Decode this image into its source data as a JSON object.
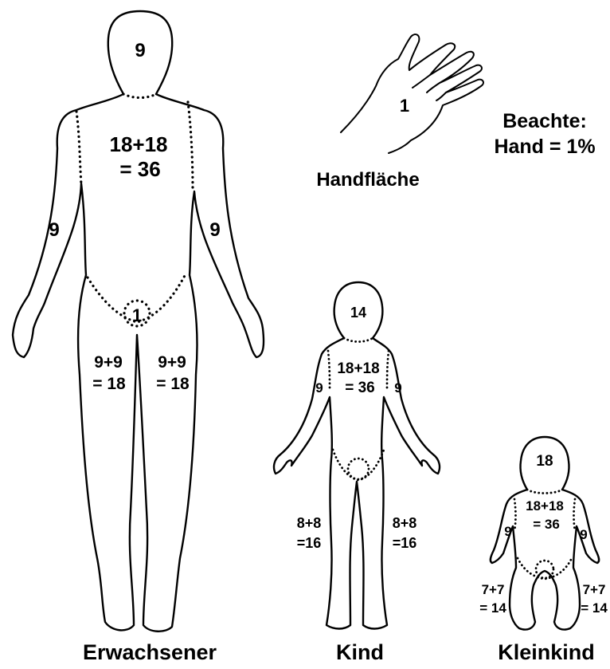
{
  "adult": {
    "head": "9",
    "trunk_line1": "18+18",
    "trunk_line2": "= 36",
    "arm_left": "9",
    "arm_right": "9",
    "genital": "1",
    "leg_left_line1": "9+9",
    "leg_left_line2": "= 18",
    "leg_right_line1": "9+9",
    "leg_right_line2": "= 18",
    "caption": "Erwachsener"
  },
  "child": {
    "head": "14",
    "trunk_line1": "18+18",
    "trunk_line2": "= 36",
    "arm_left": "9",
    "arm_right": "9",
    "leg_left_line1": "8+8",
    "leg_left_line2": "=16",
    "leg_right_line1": "8+8",
    "leg_right_line2": "=16",
    "caption": "Kind"
  },
  "infant": {
    "head": "18",
    "trunk_line1": "18+18",
    "trunk_line2": "= 36",
    "arm_left": "9",
    "arm_right": "9",
    "leg_left_line1": "7+7",
    "leg_left_line2": "= 14",
    "leg_right_line1": "7+7",
    "leg_right_line2": "= 14",
    "caption": "Kleinkind"
  },
  "hand": {
    "value": "1",
    "caption": "Handfläche"
  },
  "note": {
    "line1": "Beachte:",
    "line2": "Hand = 1%"
  }
}
